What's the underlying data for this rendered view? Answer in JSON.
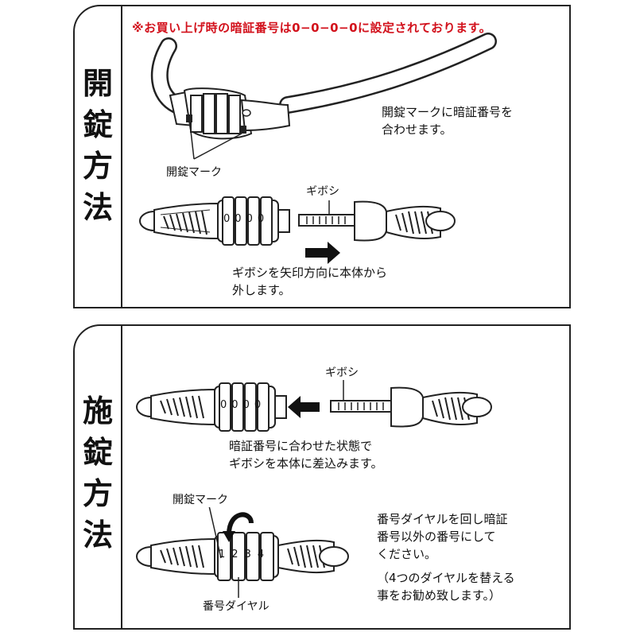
{
  "open_panel": {
    "heading_chars": [
      "開",
      "錠",
      "方",
      "法"
    ],
    "note": "※お買い上げ時の暗証番号は0−0−0−0に設定されております。",
    "step1_line1": "開錠マークに暗証番号を",
    "step1_line2": "合わせます。",
    "mark_label": "開錠マーク",
    "gibo_label": "ギボシ",
    "dial_digits": [
      "0",
      "0",
      "0",
      "0"
    ],
    "step2_line1": "ギボシを矢印方向に本体から",
    "step2_line2": "外します。"
  },
  "lock_panel": {
    "heading_chars": [
      "施",
      "錠",
      "方",
      "法"
    ],
    "gibo_label": "ギボシ",
    "dial_digits": [
      "0",
      "0",
      "0",
      "0"
    ],
    "step1_line1": "暗証番号に合わせた状態で",
    "step1_line2": "ギボシを本体に差込みます。",
    "mark_label": "開錠マーク",
    "dial_numbers": [
      "1",
      "2",
      "3",
      "4"
    ],
    "dial_label": "番号ダイヤル",
    "step2_line1": "番号ダイヤルを回し暗証",
    "step2_line2": "番号以外の番号にして",
    "step2_line3": "ください。",
    "step2_line4": "（4つのダイヤルを替える",
    "step2_line5": "事をお勧め致します。）"
  },
  "colors": {
    "note_red": "#d2101b",
    "ink": "#111111"
  }
}
